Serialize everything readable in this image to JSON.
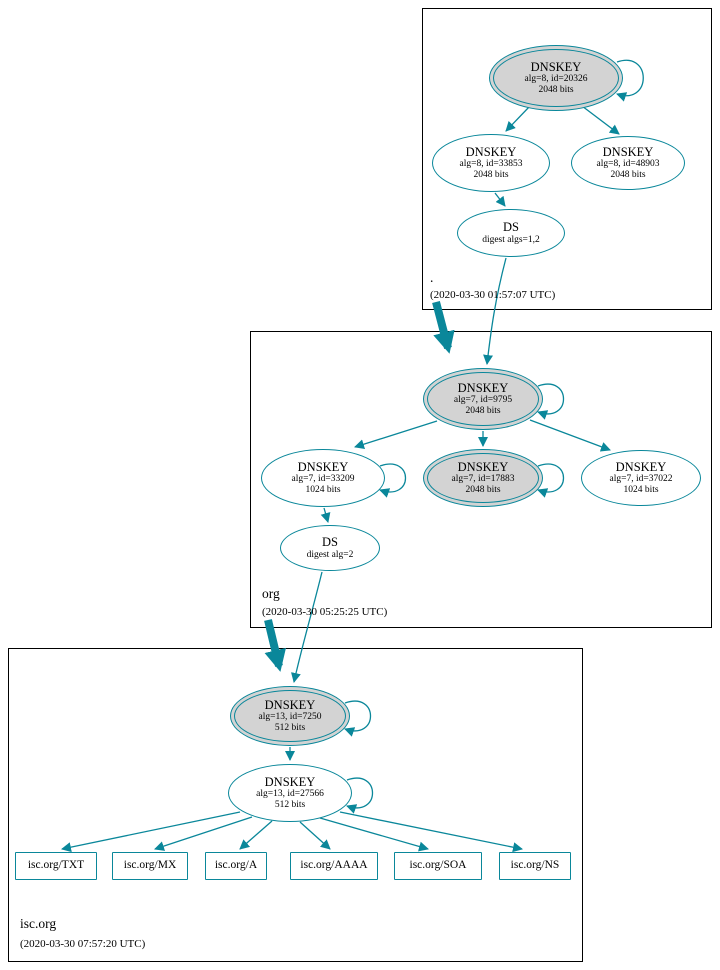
{
  "diagram_type": "dnssec-authentication-chain",
  "colors": {
    "secure_teal": "#0a879a",
    "ksk_fill_gray": "#d3d3d3",
    "zone_border": "#000000"
  },
  "zones": [
    {
      "name": ".",
      "timestamp": "(2020-03-30 01:57:07 UTC)",
      "nodes": {
        "ksk": {
          "title": "DNSKEY",
          "detail1": "alg=8, id=20326",
          "detail2": "2048 bits"
        },
        "zsk1": {
          "title": "DNSKEY",
          "detail1": "alg=8, id=33853",
          "detail2": "2048 bits"
        },
        "zsk2": {
          "title": "DNSKEY",
          "detail1": "alg=8, id=48903",
          "detail2": "2048 bits"
        },
        "ds": {
          "title": "DS",
          "detail1": "digest algs=1,2"
        }
      }
    },
    {
      "name": "org",
      "timestamp": "(2020-03-30 05:25:25 UTC)",
      "nodes": {
        "ksk": {
          "title": "DNSKEY",
          "detail1": "alg=7, id=9795",
          "detail2": "2048 bits"
        },
        "zsk1": {
          "title": "DNSKEY",
          "detail1": "alg=7, id=33209",
          "detail2": "1024 bits"
        },
        "ksk2": {
          "title": "DNSKEY",
          "detail1": "alg=7, id=17883",
          "detail2": "2048 bits"
        },
        "zsk2": {
          "title": "DNSKEY",
          "detail1": "alg=7, id=37022",
          "detail2": "1024 bits"
        },
        "ds": {
          "title": "DS",
          "detail1": "digest alg=2"
        }
      }
    },
    {
      "name": "isc.org",
      "timestamp": "(2020-03-30 07:57:20 UTC)",
      "nodes": {
        "ksk": {
          "title": "DNSKEY",
          "detail1": "alg=13, id=7250",
          "detail2": "512 bits"
        },
        "zsk": {
          "title": "DNSKEY",
          "detail1": "alg=13, id=27566",
          "detail2": "512 bits"
        },
        "records": [
          {
            "label": "isc.org/TXT"
          },
          {
            "label": "isc.org/MX"
          },
          {
            "label": "isc.org/A"
          },
          {
            "label": "isc.org/AAAA"
          },
          {
            "label": "isc.org/SOA"
          },
          {
            "label": "isc.org/NS"
          }
        ]
      }
    }
  ]
}
